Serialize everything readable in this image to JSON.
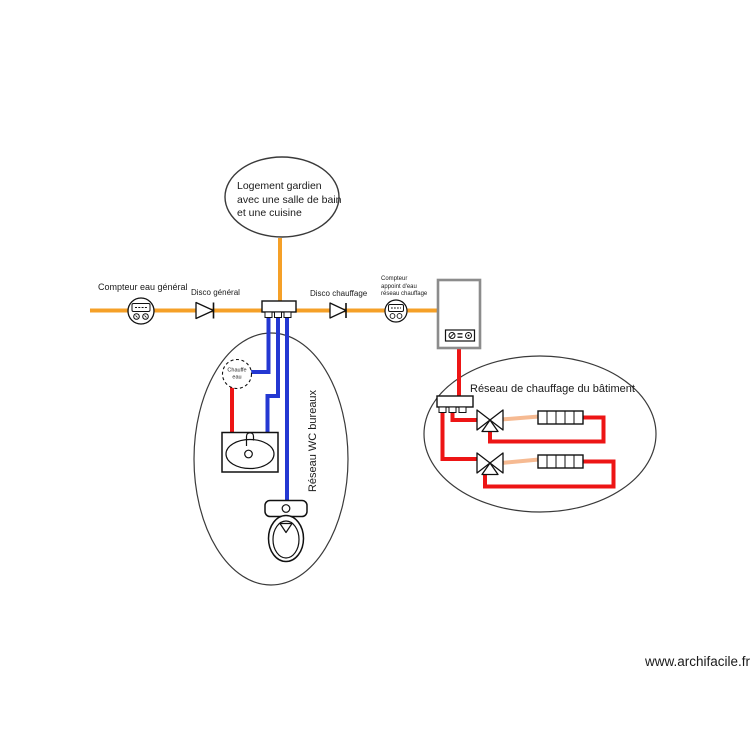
{
  "diagram": {
    "bubbles": {
      "logement": {
        "line1": "Logement gardien",
        "line2": "avec une salle de bain",
        "line3": "et une cuisine"
      },
      "wc_network": {
        "label": "Réseau WC bureaux"
      },
      "heating_network": {
        "label": "Réseau de chauffage du bâtiment"
      }
    },
    "labels": {
      "compteur_eau_general": "Compteur eau général",
      "disco_general": "Disco général",
      "disco_chauffage": "Disco chauffage",
      "compteur_appoint": {
        "line1": "Compteur",
        "line2": "appoint d'eau",
        "line3": "réseau chauffage"
      },
      "chauffe_eau": {
        "line1": "Chauffe",
        "line2": "eau"
      }
    },
    "colors": {
      "supply_pipe_orange": "#F5A028",
      "cold_water_blue": "#2438D2",
      "hot_water_red": "#ED1515",
      "radiator_link_salmon": "#F6BA92",
      "outline_black": "#1a1a1a"
    },
    "watermark": "www.archifacile.fr"
  }
}
